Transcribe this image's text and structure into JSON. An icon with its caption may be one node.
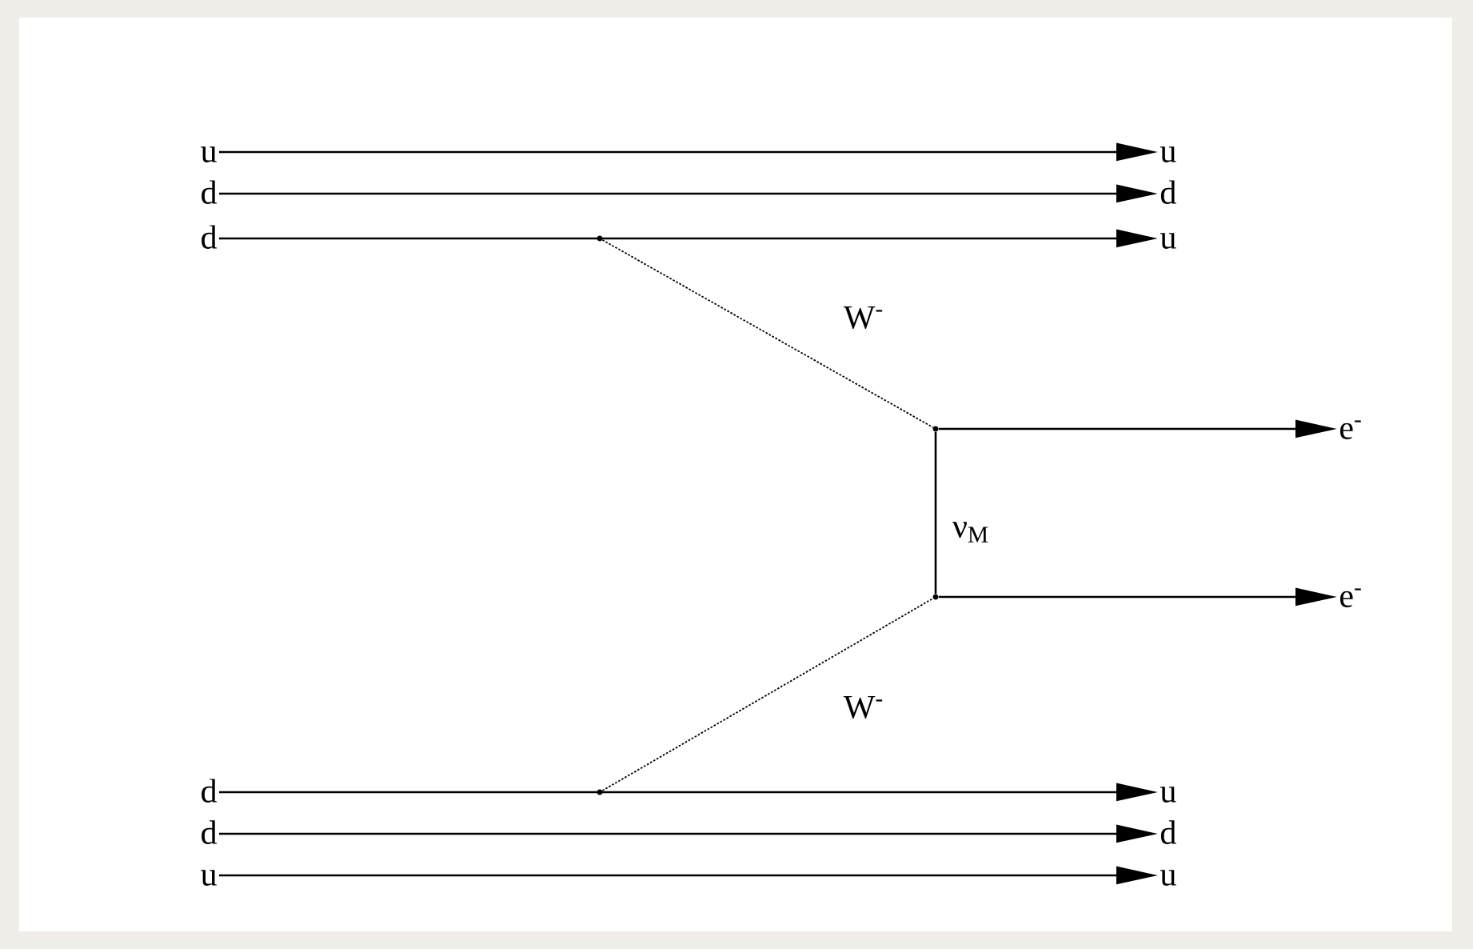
{
  "diagram": {
    "nodes": [
      {
        "text": [
          "u"
        ]
      },
      {
        "text": [
          "d"
        ]
      },
      {
        "text": [
          "d"
        ]
      },
      {
        "text": [
          "u"
        ]
      },
      {
        "text": [
          "d"
        ]
      },
      {
        "text": [
          "u"
        ]
      },
      {
        "text": [],
        "shape": "point"
      },
      {
        "text": [],
        "shape": "point"
      },
      {
        "text": [],
        "shape": "point"
      },
      {
        "text": [
          "e$^{-}$"
        ]
      },
      {
        "text": [
          "e$^{-}$"
        ]
      },
      {
        "text": [],
        "shape": "point"
      },
      {
        "text": [
          "d"
        ]
      },
      {
        "text": [
          "d"
        ]
      },
      {
        "text": [
          "u"
        ]
      },
      {
        "text": [
          "u"
        ]
      },
      {
        "text": [
          "d"
        ]
      },
      {
        "text": [
          "u"
        ]
      }
    ],
    "edges": [
      {
        "from": 0,
        "to": 3,
        "arrow": "to"
      },
      {
        "from": 1,
        "to": 4,
        "arrow": "to"
      },
      {
        "from": 2,
        "to": 5,
        "arrow": "to"
      },
      {
        "from": 6,
        "to": 7,
        "arrow": "none",
        "style": "dashed",
        "label": "W$^{-}$"
      },
      {
        "from": 7,
        "to": 9,
        "arrow": "to"
      },
      {
        "from": 7,
        "to": 8,
        "arrow": "none",
        "label": "ν$_{M}$"
      },
      {
        "from": 8,
        "to": 10,
        "arrow": "to"
      },
      {
        "from": 11,
        "to": 8,
        "arrow": "none",
        "style": "dashed",
        "label": "W$^{-}$"
      },
      {
        "from": 12,
        "to": 15,
        "arrow": "to"
      },
      {
        "from": 13,
        "to": 16,
        "arrow": "to"
      },
      {
        "from": 14,
        "to": 17,
        "arrow": "to"
      }
    ]
  }
}
